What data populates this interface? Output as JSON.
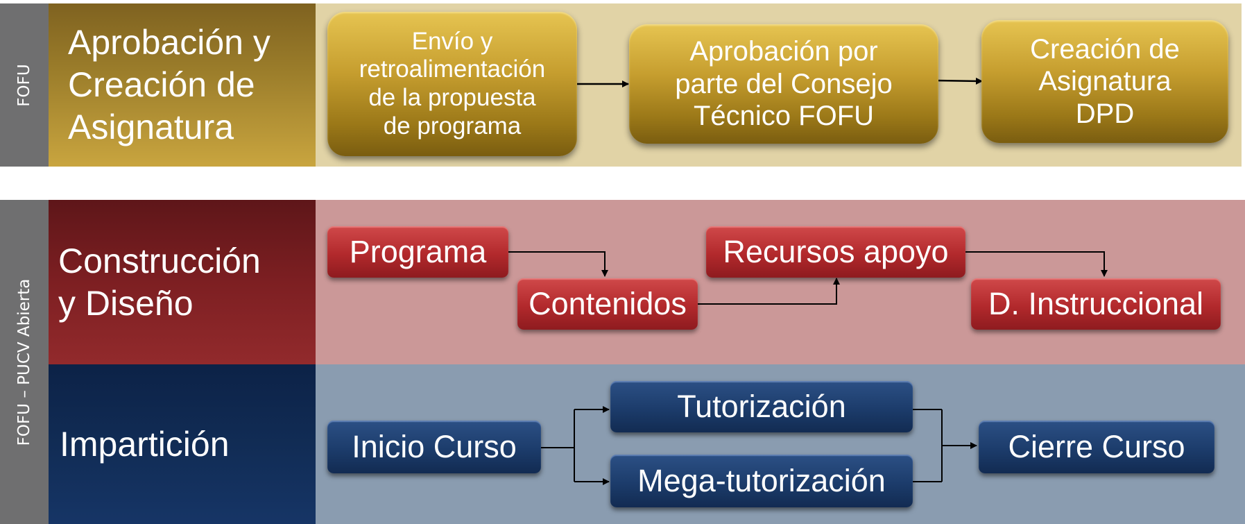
{
  "side_labels": {
    "top": "FOFU",
    "bottom": "FOFU – PUCV Abierta"
  },
  "rows": {
    "aprobacion": {
      "phase": "Aprobación y\nCreación de\nAsignatura",
      "steps": [
        "Envío y\nretroalimentación\nde la propuesta\nde programa",
        "Aprobación por\nparte del Consejo\nTécnico FOFU",
        "Creación de\nAsignatura\nDPD"
      ]
    },
    "construccion": {
      "phase": "Construcción\ny Diseño",
      "steps": [
        "Programa",
        "Contenidos",
        "Recursos apoyo",
        "D. Instruccional"
      ]
    },
    "imparticion": {
      "phase": "Impartición",
      "steps": [
        "Inicio Curso",
        "Tutorización",
        "Mega-tutorización",
        "Cierre Curso"
      ]
    }
  },
  "colors": {
    "gold_phase": "#8f7426",
    "gold_panel": "#e1d3a6",
    "red_phase": "#7d1f22",
    "red_panel": "#cb9898",
    "blue_phase": "#112c55",
    "blue_panel": "#8a9cb0",
    "side_label": "#6f6f70"
  }
}
